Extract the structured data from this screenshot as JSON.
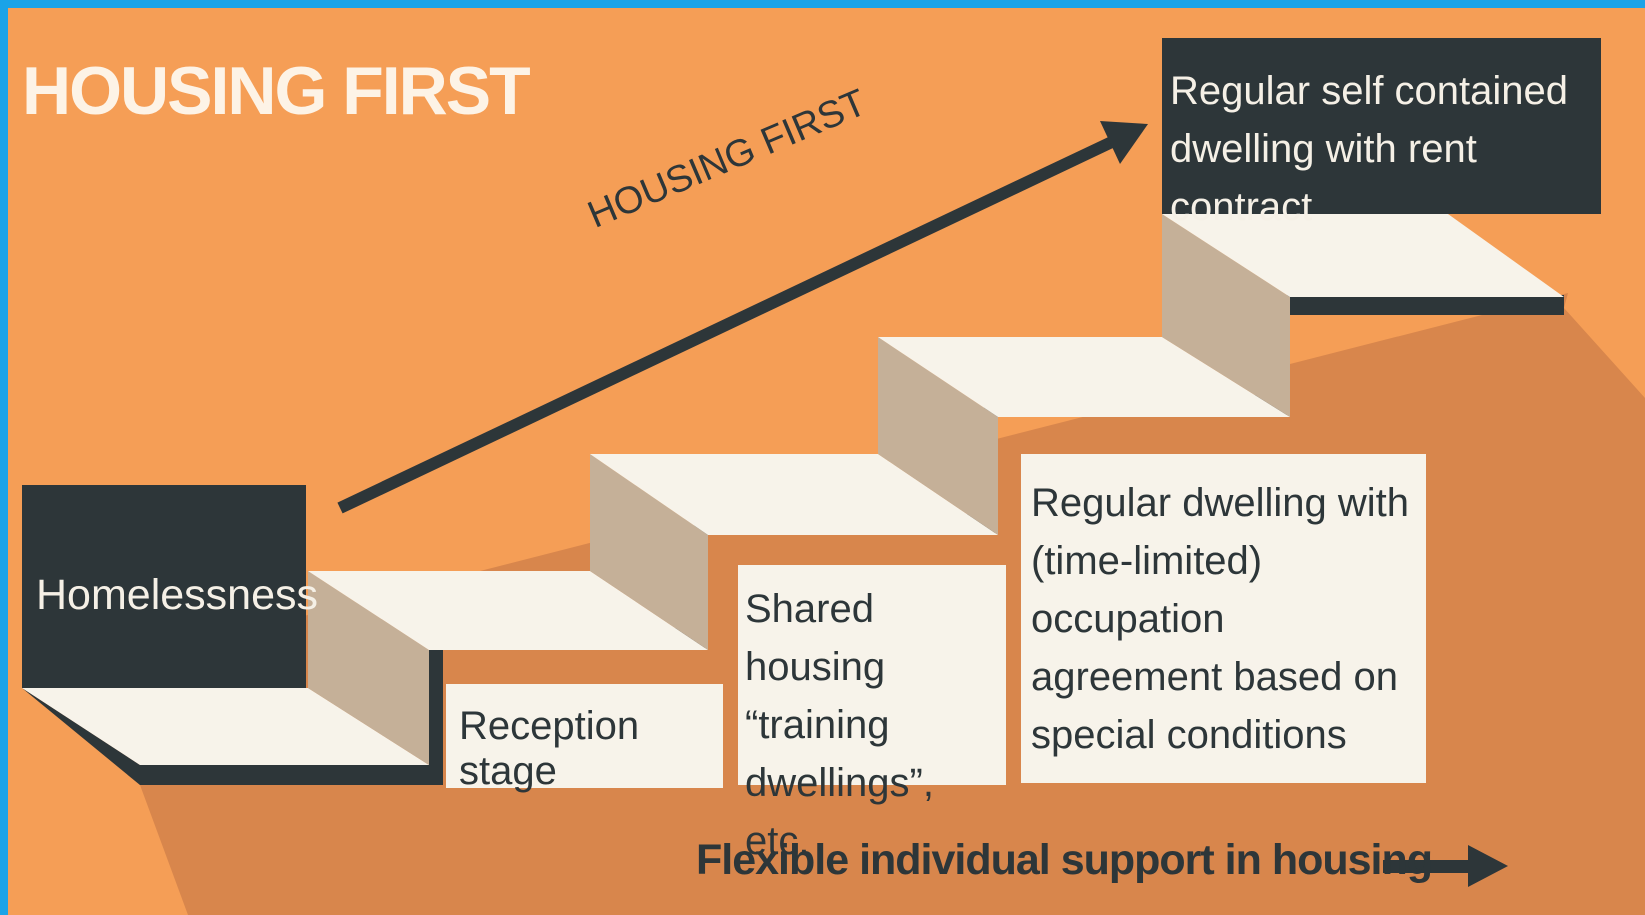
{
  "title": "HOUSING FIRST",
  "arrow_label": "HOUSING FIRST",
  "stages": {
    "homelessness": "Homelessness",
    "reception": "Reception stage",
    "shared": "Shared housing “training dwellings”, etc.",
    "occupation": "Regular dwelling with (time-limited) occupation agreement based on special conditions",
    "regular": "Regular self contained dwelling with rent contract"
  },
  "support_label": "Flexible individual support in housing",
  "icons": {
    "diagonal_arrow": "arrow-up-right-icon",
    "support_arrow": "arrow-right-icon"
  },
  "colors": {
    "background": "#f59e56",
    "frame": "#1aa3e8",
    "dark": "#2d3639",
    "step_top": "#f7f3ea",
    "step_riser": "#c5b098",
    "shadow": "#d8864c"
  }
}
